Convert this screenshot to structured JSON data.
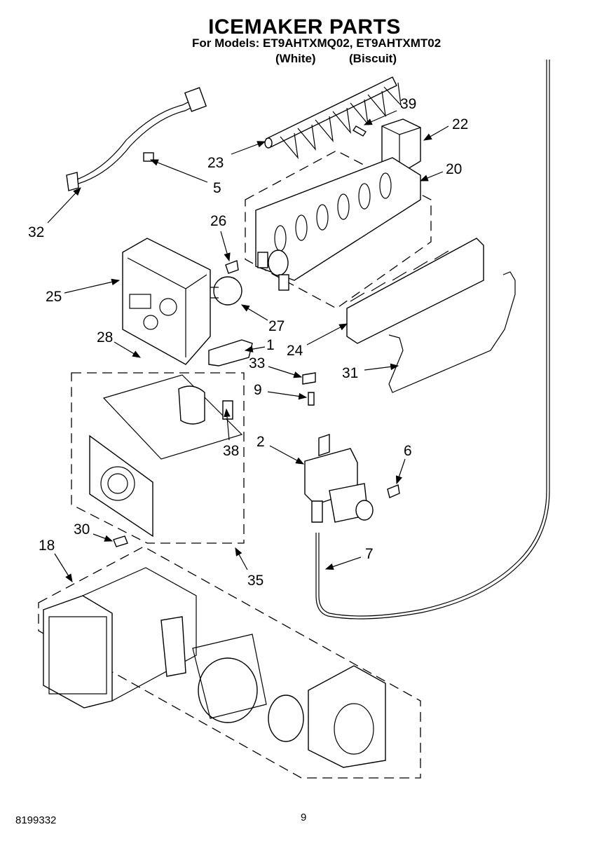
{
  "header": {
    "title": "ICEMAKER PARTS",
    "models_line": "For Models: ET9AHTXMQ02, ET9AHTXMT02",
    "color_1": "(White)",
    "color_2": "(Biscuit)"
  },
  "footer": {
    "document_number": "8199332",
    "page_number": "9"
  },
  "callouts": [
    "39",
    "22",
    "23",
    "20",
    "5",
    "32",
    "26",
    "25",
    "27",
    "24",
    "28",
    "1",
    "33",
    "31",
    "9",
    "2",
    "38",
    "6",
    "30",
    "7",
    "18",
    "35"
  ]
}
